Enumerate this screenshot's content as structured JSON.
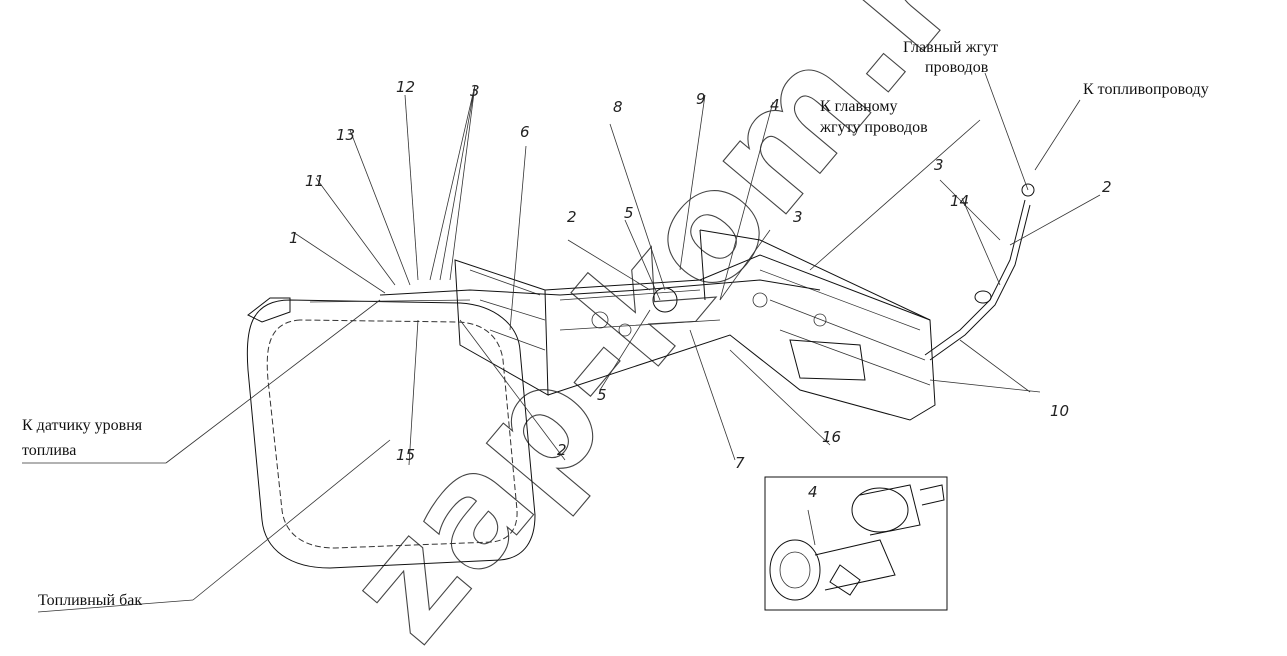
{
  "labels": {
    "main_harness": [
      "Главный жгут",
      "проводов"
    ],
    "to_fuel_line": "К топливопроводу",
    "to_main_harness": [
      "К главному",
      "жгуту проводов"
    ],
    "to_fuel_level_sensor": [
      "К датчику уровня",
      "топлива"
    ],
    "fuel_tank": "Топливный бак"
  },
  "callouts": [
    "12",
    "3",
    "13",
    "11",
    "1",
    "6",
    "8",
    "9",
    "4",
    "2",
    "5",
    "3",
    "3",
    "2",
    "14",
    "5",
    "2",
    "7",
    "16",
    "10",
    "15",
    "4"
  ],
  "watermark": "zap-kom.ru"
}
